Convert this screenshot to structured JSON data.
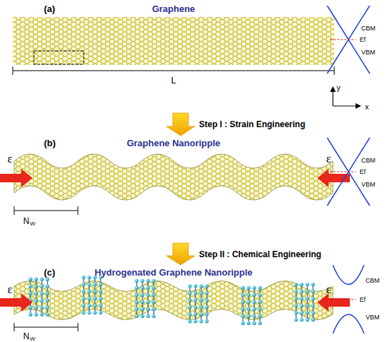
{
  "diagram": {
    "nodes": [
      {
        "text": [
          "(a)",
          "Graphene"
        ]
      },
      {
        "text": [
          "(b)",
          "Graphene Nanoripple"
        ]
      },
      {
        "text": [
          "(c)",
          "Hydrogenated Graphene Nanoripple"
        ]
      }
    ],
    "edges": [
      {
        "from": 0,
        "to": 1,
        "arrow": "to",
        "label": "Step I : Strain Engineering"
      },
      {
        "from": 1,
        "to": 2,
        "arrow": "to",
        "label": "Step II : Chemical Engineering"
      }
    ],
    "labels": [
      "L",
      "y",
      "x",
      "CBM",
      "Ef",
      "VBM",
      "ε",
      "ε",
      "N",
      "W",
      "CBM",
      "Ef",
      "VBM",
      "ε",
      "ε",
      "N",
      "W",
      "CBM",
      "Ef",
      "VBM"
    ]
  }
}
